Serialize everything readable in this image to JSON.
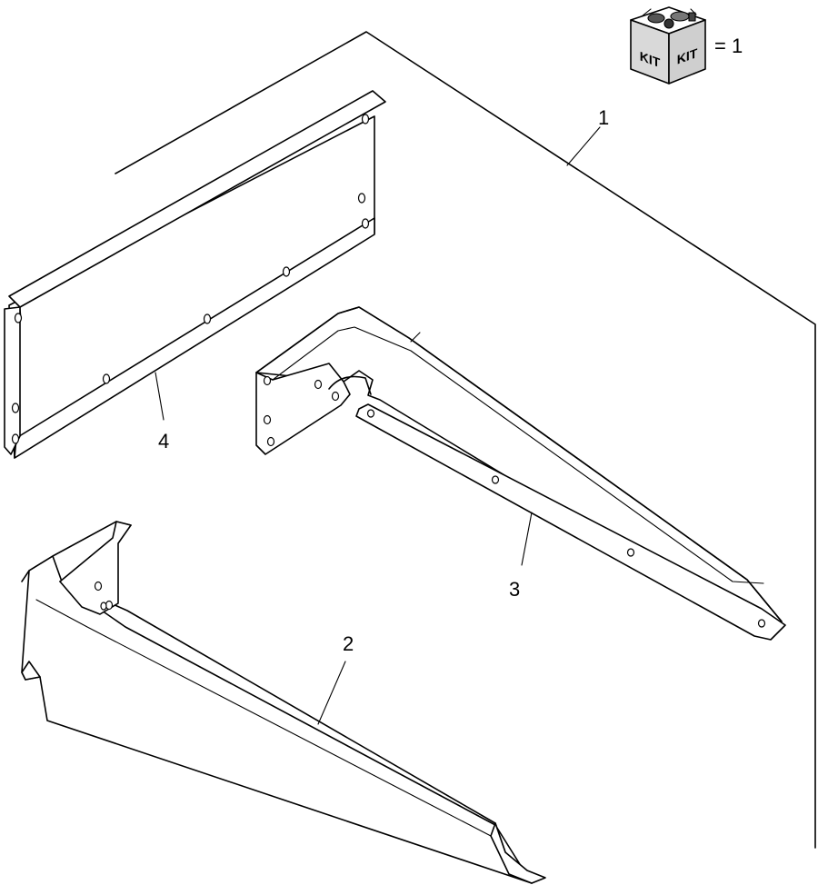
{
  "kit_legend": {
    "box_label_left": "KIT",
    "box_label_right": "KIT",
    "equals_text": "= 1"
  },
  "callouts": {
    "item_1": "1",
    "item_2": "2",
    "item_3": "3",
    "item_4": "4"
  }
}
